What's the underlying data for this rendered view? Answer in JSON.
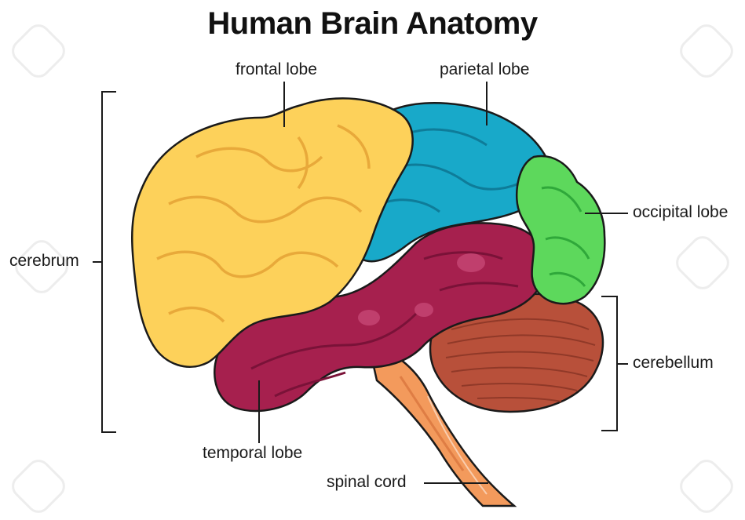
{
  "title": "Human Brain Anatomy",
  "labels": {
    "frontal": "frontal lobe",
    "parietal": "parietal lobe",
    "occipital": "occipital lobe",
    "cerebrum": "cerebrum",
    "cerebellum": "cerebellum",
    "temporal": "temporal lobe",
    "spinal": "spinal cord"
  },
  "colors": {
    "frontal": "#FDD15A",
    "frontal_shadow": "#E8A93A",
    "parietal": "#18A9C9",
    "parietal_shadow": "#0E7C99",
    "occipital": "#5DD85C",
    "occipital_shadow": "#2FA83A",
    "temporal": "#A6204E",
    "temporal_shadow": "#7A1238",
    "temporal_highlight": "#C84A78",
    "cerebellum": "#B8503A",
    "cerebellum_shadow": "#8A3526",
    "brainstem": "#F39A5C",
    "brainstem_shadow": "#D9763E",
    "outline": "#1a1a1a",
    "pointer": "#1a1a1a"
  },
  "watermark_icon": "watermark-icon"
}
